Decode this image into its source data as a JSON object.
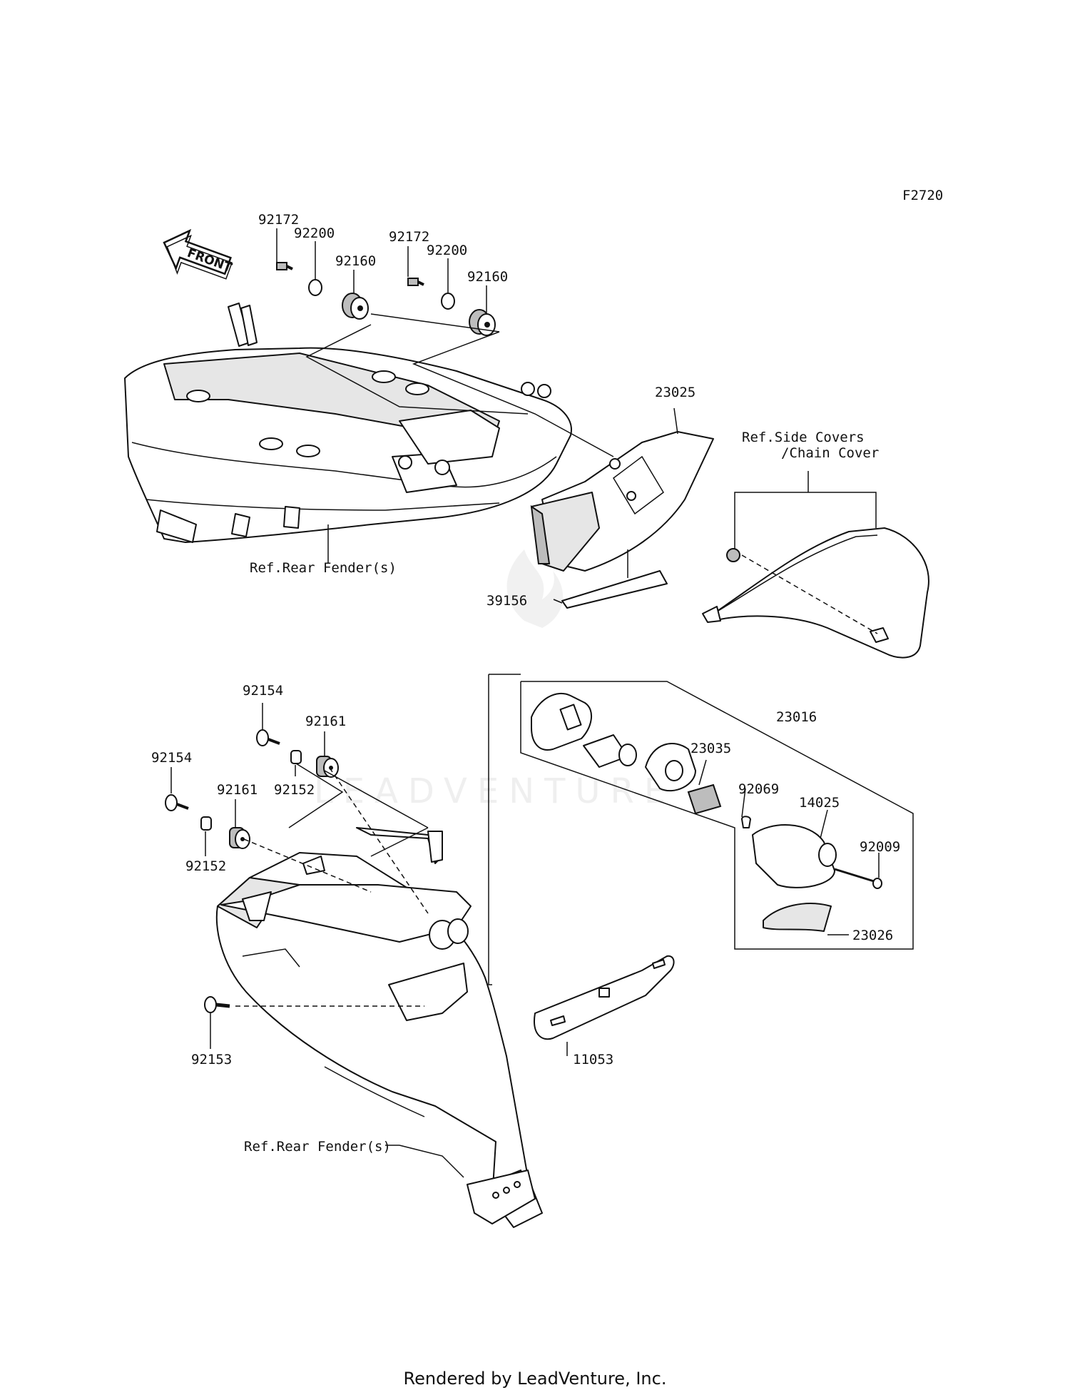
{
  "figure_code": "F2720",
  "front_arrow_label": "FRONT",
  "watermark_text": "LEADVENTURE",
  "references": {
    "rear_fender_top": "Ref.Rear Fender(s)",
    "side_covers_line1": "Ref.Side Covers",
    "side_covers_line2": "/Chain Cover",
    "rear_fender_bottom": "Ref.Rear Fender(s)"
  },
  "parts": {
    "p92172_a": "92172",
    "p92200_a": "92200",
    "p92160_a": "92160",
    "p92172_b": "92172",
    "p92200_b": "92200",
    "p92160_b": "92160",
    "p23025": "23025",
    "p39156": "39156",
    "p92154_a": "92154",
    "p92161_a": "92161",
    "p92152_a": "92152",
    "p92154_b": "92154",
    "p92161_b": "92161",
    "p92152_b": "92152",
    "p92153": "92153",
    "p11053": "11053",
    "p23016": "23016",
    "p23035": "23035",
    "p92069": "92069",
    "p14025": "14025",
    "p92009": "92009",
    "p23026": "23026"
  },
  "footer": "Rendered by LeadVenture, Inc."
}
